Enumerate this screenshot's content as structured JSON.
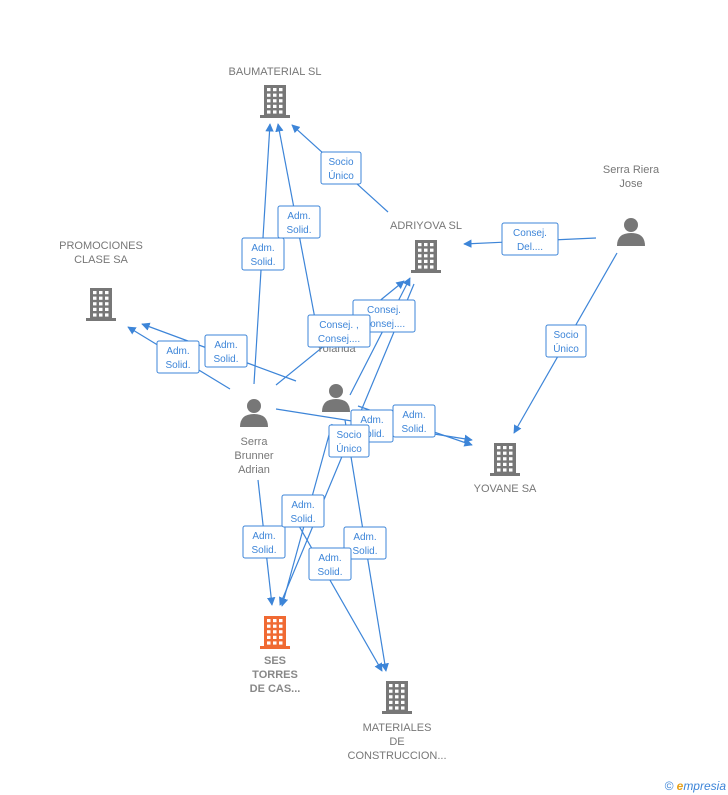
{
  "colors": {
    "edge": "#3d85d8",
    "node": "#777777",
    "highlight": "#f06a33"
  },
  "nodes": [
    {
      "id": "baumaterial",
      "type": "company",
      "icon": "building-icon",
      "lines": [
        "BAUMATERIAL SL"
      ]
    },
    {
      "id": "promociones",
      "type": "company",
      "icon": "building-icon",
      "lines": [
        "PROMOCIONES",
        "CLASE SA"
      ]
    },
    {
      "id": "adriyova",
      "type": "company",
      "icon": "building-icon",
      "lines": [
        "ADRIYOVA SL"
      ]
    },
    {
      "id": "serrariera",
      "type": "person",
      "icon": "person-icon",
      "lines": [
        "Serra Riera",
        "Jose"
      ]
    },
    {
      "id": "yolanda",
      "type": "person",
      "icon": "person-icon",
      "lines": [
        "Brunner",
        "Yolanda"
      ]
    },
    {
      "id": "adrian",
      "type": "person",
      "icon": "person-icon",
      "lines": [
        "Serra",
        "Brunner",
        "Adrian"
      ]
    },
    {
      "id": "yovane",
      "type": "company",
      "icon": "building-icon",
      "lines": [
        "YOVANE SA"
      ]
    },
    {
      "id": "sestorres",
      "type": "company-main",
      "icon": "building-icon",
      "lines": [
        "SES",
        "TORRES",
        "DE CAS..."
      ]
    },
    {
      "id": "materiales",
      "type": "company",
      "icon": "building-icon",
      "lines": [
        "MATERIALES",
        "DE",
        "CONSTRUCCION..."
      ]
    }
  ],
  "edges": [
    {
      "id": "e1",
      "lines": [
        "Socio",
        "Único"
      ]
    },
    {
      "id": "e2",
      "lines": [
        "Adm.",
        "Solid."
      ]
    },
    {
      "id": "e3",
      "lines": [
        "Adm.",
        "Solid."
      ]
    },
    {
      "id": "e4",
      "lines": [
        "Consej.",
        "Del...."
      ]
    },
    {
      "id": "e5",
      "lines": [
        "Consej.",
        "Consej...."
      ]
    },
    {
      "id": "e6",
      "lines": [
        "Consej. ,",
        "Consej...."
      ]
    },
    {
      "id": "e7",
      "lines": [
        "Adm.",
        "Solid."
      ]
    },
    {
      "id": "e8",
      "lines": [
        "Adm.",
        "Solid."
      ]
    },
    {
      "id": "e9",
      "lines": [
        "Socio",
        "Único"
      ]
    },
    {
      "id": "e10",
      "lines": [
        "Adm.",
        "Solid."
      ]
    },
    {
      "id": "e11",
      "lines": [
        "Adm.",
        "Solid."
      ]
    },
    {
      "id": "e12",
      "lines": [
        "Socio",
        "Único"
      ]
    },
    {
      "id": "e13",
      "lines": [
        "Adm.",
        "Solid."
      ]
    },
    {
      "id": "e14",
      "lines": [
        "Adm.",
        "Solid."
      ]
    },
    {
      "id": "e15",
      "lines": [
        "Adm.",
        "Solid."
      ]
    },
    {
      "id": "e16",
      "lines": [
        "Adm.",
        "Solid."
      ]
    }
  ],
  "footer": {
    "copyright": "©",
    "brand_initial": "e",
    "brand_rest": "mpresia"
  }
}
